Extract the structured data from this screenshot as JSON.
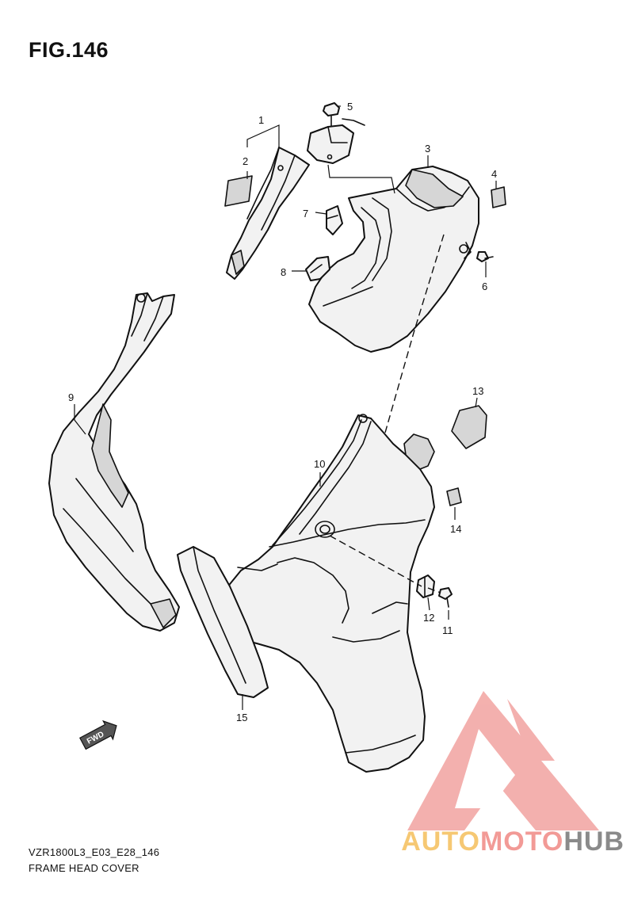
{
  "figure": {
    "title": "FIG.146",
    "code": "VZR1800L3_E03_E28_146",
    "caption": "FRAME HEAD COVER"
  },
  "callouts": [
    "1",
    "2",
    "3",
    "4",
    "5",
    "6",
    "7",
    "8",
    "9",
    "10",
    "11",
    "12",
    "13",
    "14",
    "15"
  ],
  "fwd_label": "FWD",
  "watermark": {
    "part1": "AUTO",
    "part2": "MOTO",
    "part3": "HUB",
    "colors": {
      "auto": "#f6c873",
      "moto": "#f29a96",
      "hub": "#8a8a8a",
      "logo": "#f2a3a0"
    }
  }
}
